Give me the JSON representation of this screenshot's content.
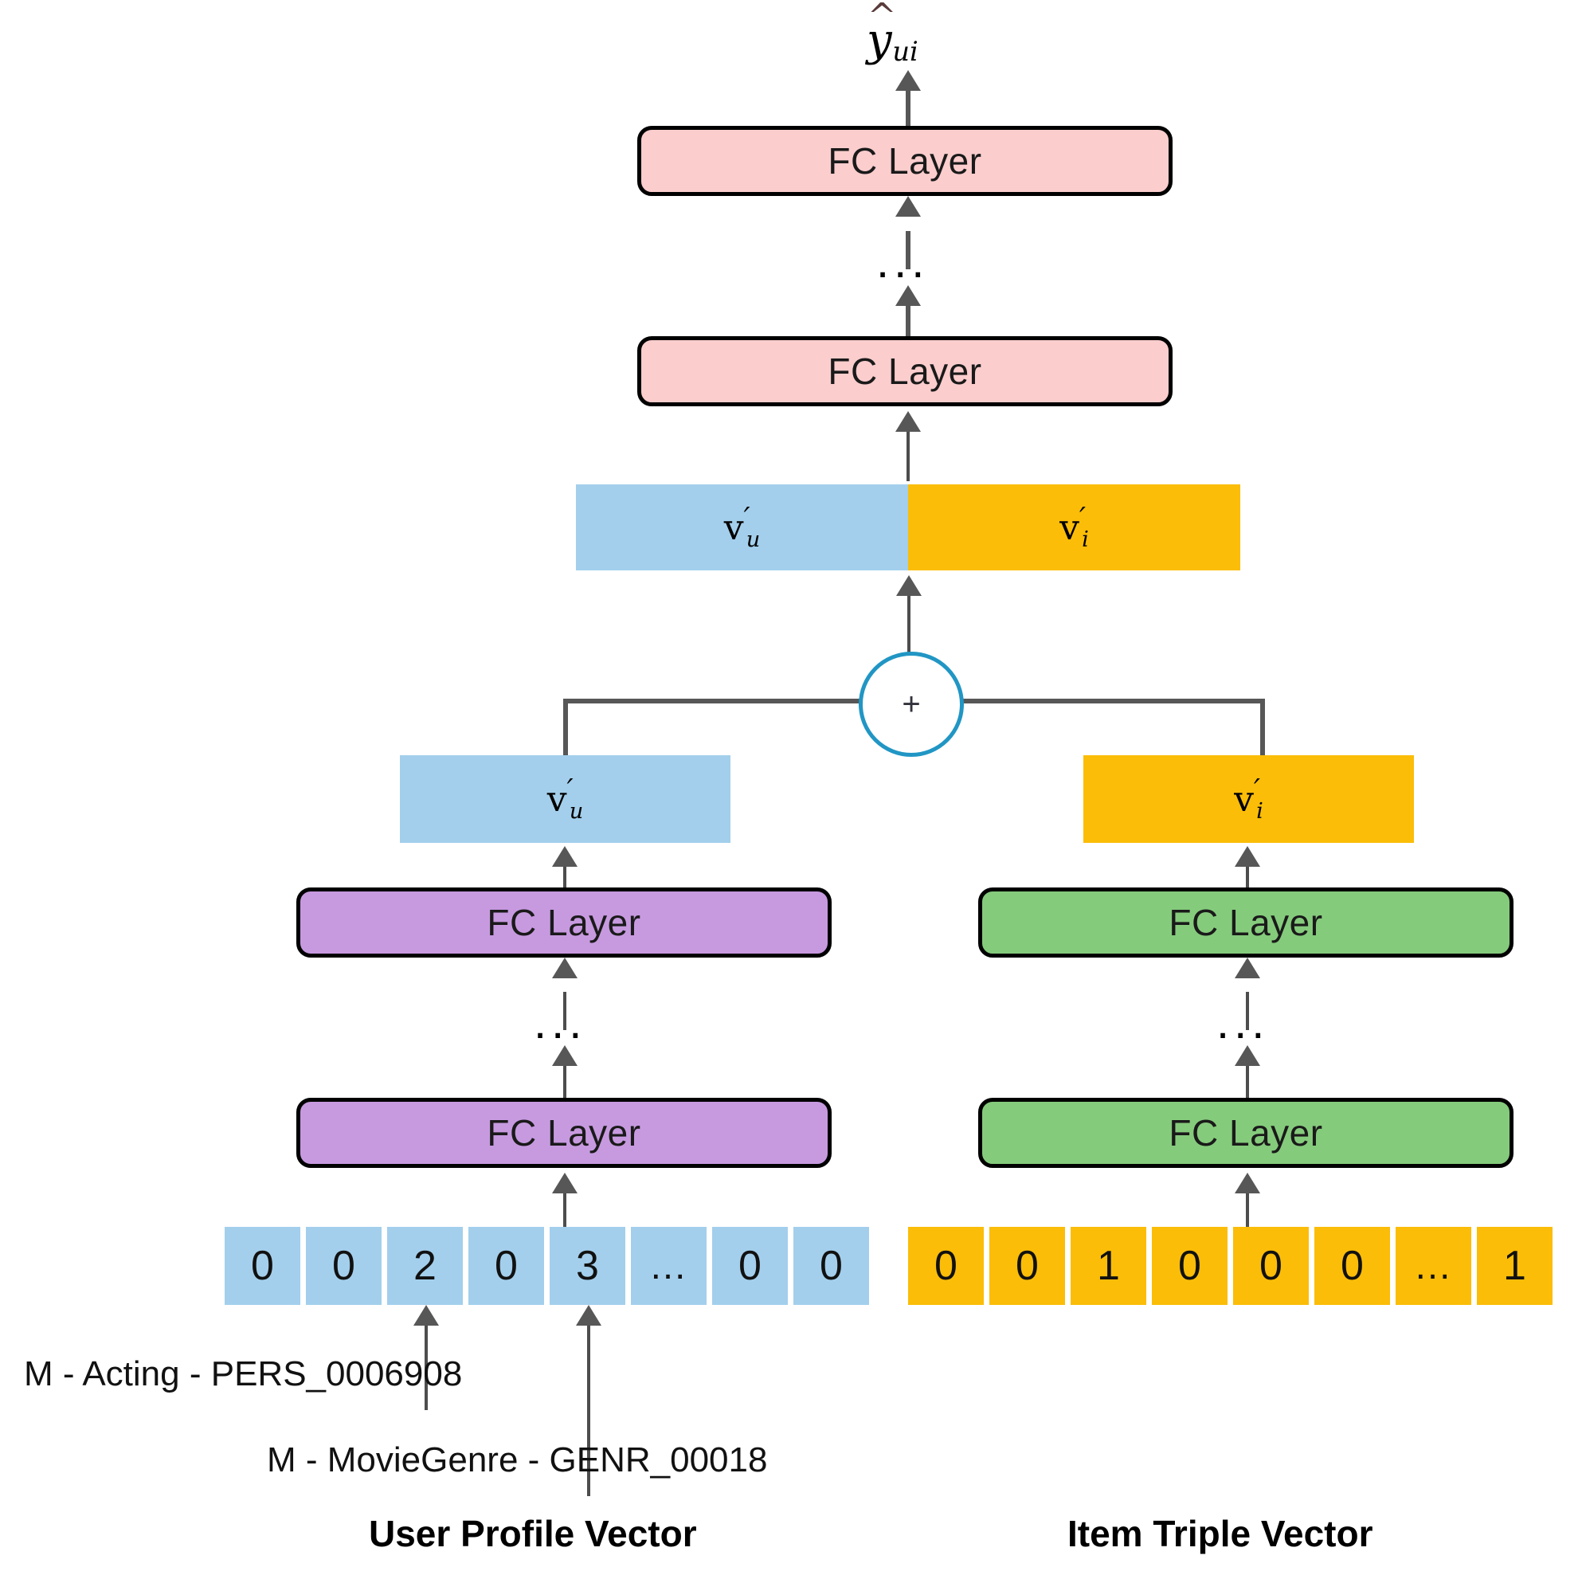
{
  "diagram": {
    "title_symbol": {
      "base": "y",
      "hat": true,
      "subscript": "ui"
    },
    "colors": {
      "pink": "#fbcdcd",
      "purple": "#c79ae0",
      "green": "#85cb7c",
      "blue": "#a3cfec",
      "orange": "#fbbd08",
      "plus_circle": "#2196c4",
      "arrow": "#575757",
      "border": "#000000"
    },
    "ellipsis": "...",
    "plus_symbol": "+",
    "layers": {
      "top_fc_upper": "FC Layer",
      "top_fc_lower": "FC Layer",
      "user_fc_upper": "FC Layer",
      "user_fc_lower": "FC Layer",
      "item_fc_upper": "FC Layer",
      "item_fc_lower": "FC Layer"
    },
    "embeddings": {
      "concat_user": {
        "base": "v",
        "prime": "′",
        "subscript": "u"
      },
      "concat_item": {
        "base": "v",
        "prime": "′",
        "subscript": "i"
      },
      "branch_user": {
        "base": "v",
        "prime": "′",
        "subscript": "u"
      },
      "branch_item": {
        "base": "v",
        "prime": "′",
        "subscript": "i"
      }
    },
    "user_vector": {
      "caption": "User Profile Vector",
      "cells": [
        "0",
        "0",
        "2",
        "0",
        "3",
        "…",
        "0",
        "0"
      ]
    },
    "item_vector": {
      "caption": "Item Triple Vector",
      "cells": [
        "0",
        "0",
        "1",
        "0",
        "0",
        "0",
        "…",
        "1"
      ]
    },
    "annotations": {
      "acting": "M - Acting - PERS_0006908",
      "genre": "M - MovieGenre - GENR_00018"
    }
  }
}
